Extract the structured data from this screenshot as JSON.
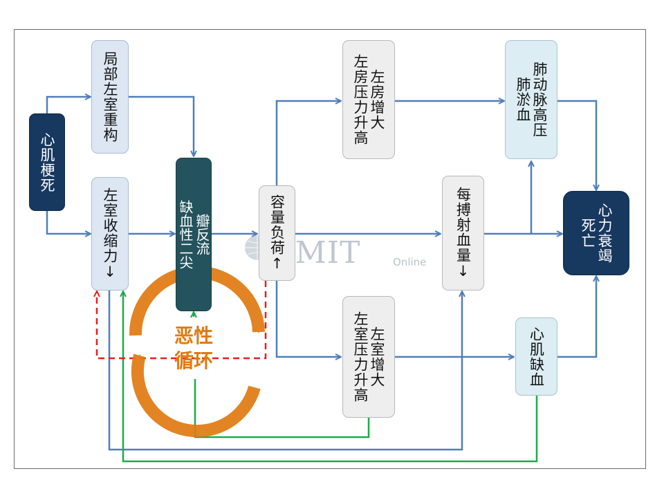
{
  "nodes": {
    "mi": "心肌梗死",
    "remodel": "局部左室重构",
    "lv_contract": "左室收缩力↓",
    "mitral_line1": "缺血性二尖",
    "mitral_line2": "瓣反流",
    "volume": "容量负荷↑",
    "la_line1": "左房压力升高",
    "la_line2": "左房增大",
    "stroke": "每搏射血量↓",
    "lv_line1": "左室压力升高",
    "lv_line2": "左室增大",
    "pulm_line1": "肺淤血",
    "pulm_line2": "肺动脉高压",
    "ischemia": "心肌缺血",
    "death_line1": "死亡",
    "death_line2": "心力衰竭"
  },
  "vicious_cycle": {
    "line1": "恶性",
    "line2": "循环"
  },
  "watermark": {
    "title": "CMIT",
    "subtitle": "Online"
  },
  "colors": {
    "edge_blue": "#4f7fbc",
    "edge_green": "#1aab4b",
    "edge_red": "#e02020",
    "cycle_orange": "#e07a12"
  }
}
